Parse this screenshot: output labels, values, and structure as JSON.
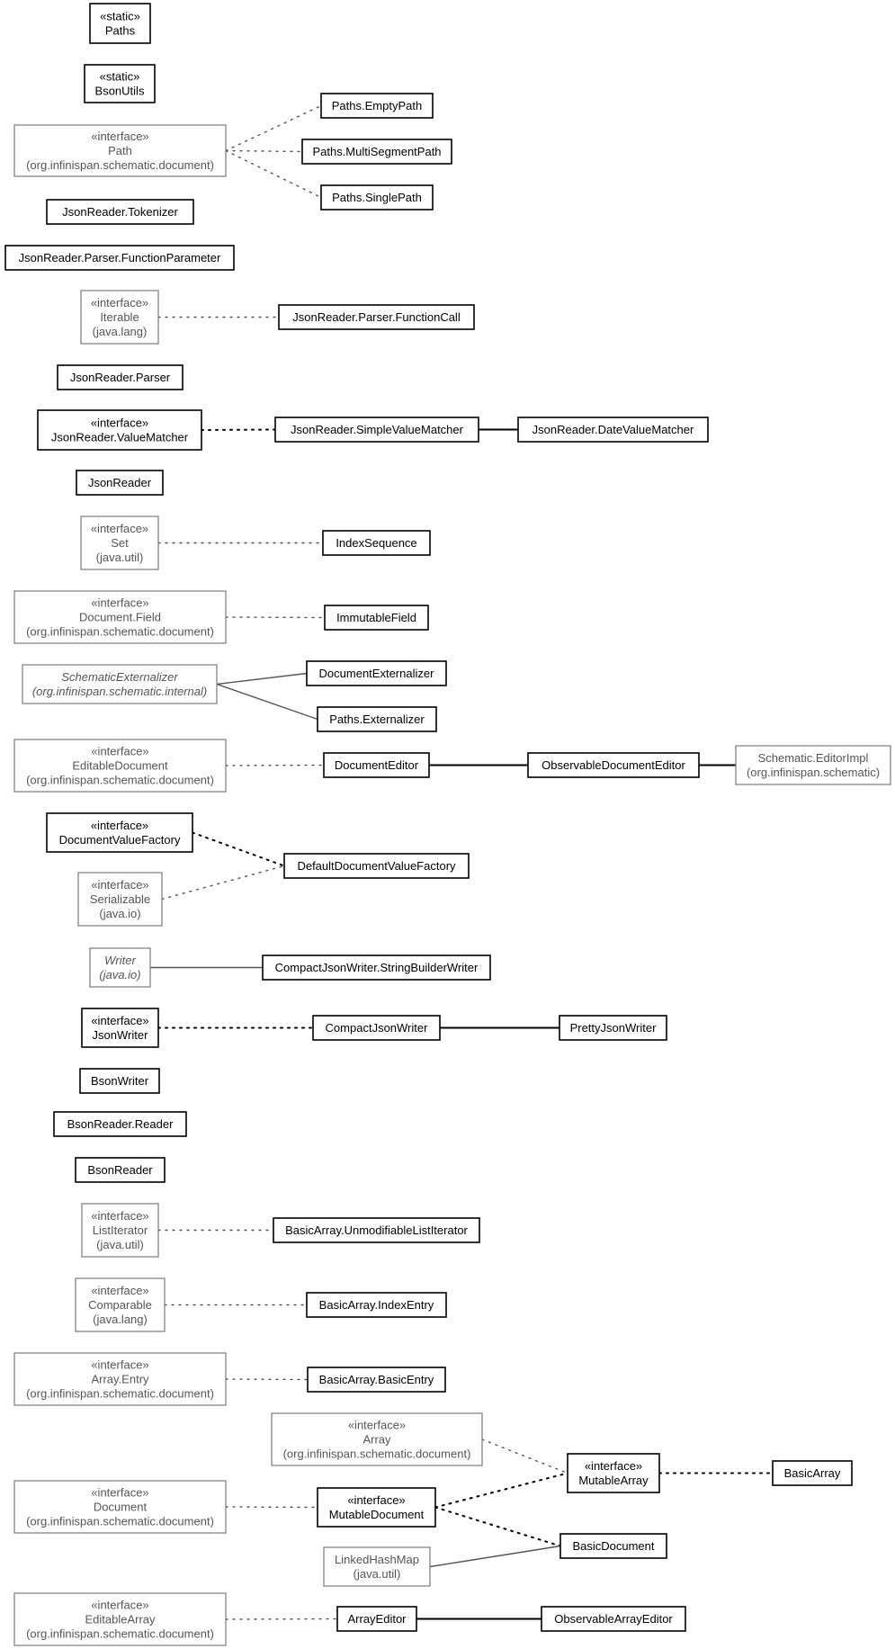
{
  "nodes": [
    {
      "id": "paths",
      "lines": [
        "«static»",
        "Paths"
      ],
      "external": false,
      "italic": false
    },
    {
      "id": "bsonutils",
      "lines": [
        "«static»",
        "BsonUtils"
      ],
      "external": false,
      "italic": false
    },
    {
      "id": "path",
      "lines": [
        "«interface»",
        "Path",
        "(org.infinispan.schematic.document)"
      ],
      "external": true,
      "italic": false
    },
    {
      "id": "emptypath",
      "lines": [
        "Paths.EmptyPath"
      ],
      "external": false,
      "italic": false
    },
    {
      "id": "multisegpath",
      "lines": [
        "Paths.MultiSegmentPath"
      ],
      "external": false,
      "italic": false
    },
    {
      "id": "singlepath",
      "lines": [
        "Paths.SinglePath"
      ],
      "external": false,
      "italic": false
    },
    {
      "id": "tokenizer",
      "lines": [
        "JsonReader.Tokenizer"
      ],
      "external": false,
      "italic": false
    },
    {
      "id": "funcparam",
      "lines": [
        "JsonReader.Parser.FunctionParameter"
      ],
      "external": false,
      "italic": false
    },
    {
      "id": "iterable",
      "lines": [
        "«interface»",
        "Iterable",
        "(java.lang)"
      ],
      "external": true,
      "italic": false
    },
    {
      "id": "funccall",
      "lines": [
        "JsonReader.Parser.FunctionCall"
      ],
      "external": false,
      "italic": false
    },
    {
      "id": "parser",
      "lines": [
        "JsonReader.Parser"
      ],
      "external": false,
      "italic": false
    },
    {
      "id": "valuematcher",
      "lines": [
        "«interface»",
        "JsonReader.ValueMatcher"
      ],
      "external": false,
      "italic": false
    },
    {
      "id": "simplevaluematcher",
      "lines": [
        "JsonReader.SimpleValueMatcher"
      ],
      "external": false,
      "italic": false
    },
    {
      "id": "datevaluematcher",
      "lines": [
        "JsonReader.DateValueMatcher"
      ],
      "external": false,
      "italic": false
    },
    {
      "id": "jsonreader",
      "lines": [
        "JsonReader"
      ],
      "external": false,
      "italic": false
    },
    {
      "id": "set",
      "lines": [
        "«interface»",
        "Set",
        "(java.util)"
      ],
      "external": true,
      "italic": false
    },
    {
      "id": "indexsequence",
      "lines": [
        "IndexSequence"
      ],
      "external": false,
      "italic": false
    },
    {
      "id": "docfield",
      "lines": [
        "«interface»",
        "Document.Field",
        "(org.infinispan.schematic.document)"
      ],
      "external": true,
      "italic": false
    },
    {
      "id": "immutablefield",
      "lines": [
        "ImmutableField"
      ],
      "external": false,
      "italic": false
    },
    {
      "id": "schemext",
      "lines": [
        "SchematicExternalizer",
        "(org.infinispan.schematic.internal)"
      ],
      "external": true,
      "italic": true
    },
    {
      "id": "docext",
      "lines": [
        "DocumentExternalizer"
      ],
      "external": false,
      "italic": false
    },
    {
      "id": "pathsext",
      "lines": [
        "Paths.Externalizer"
      ],
      "external": false,
      "italic": false
    },
    {
      "id": "editabledoc",
      "lines": [
        "«interface»",
        "EditableDocument",
        "(org.infinispan.schematic.document)"
      ],
      "external": true,
      "italic": false
    },
    {
      "id": "doceditor",
      "lines": [
        "DocumentEditor"
      ],
      "external": false,
      "italic": false
    },
    {
      "id": "obsdoceditor",
      "lines": [
        "ObservableDocumentEditor"
      ],
      "external": false,
      "italic": false
    },
    {
      "id": "editorimpl",
      "lines": [
        "Schematic.EditorImpl",
        "(org.infinispan.schematic)"
      ],
      "external": true,
      "italic": false
    },
    {
      "id": "docvaluefactory",
      "lines": [
        "«interface»",
        "DocumentValueFactory"
      ],
      "external": false,
      "italic": false
    },
    {
      "id": "defaultdocvaluefactory",
      "lines": [
        "DefaultDocumentValueFactory"
      ],
      "external": false,
      "italic": false
    },
    {
      "id": "serializable",
      "lines": [
        "«interface»",
        "Serializable",
        "(java.io)"
      ],
      "external": true,
      "italic": false
    },
    {
      "id": "writer",
      "lines": [
        "Writer",
        "(java.io)"
      ],
      "external": true,
      "italic": true
    },
    {
      "id": "sbwriter",
      "lines": [
        "CompactJsonWriter.StringBuilderWriter"
      ],
      "external": false,
      "italic": false
    },
    {
      "id": "jsonwriter",
      "lines": [
        "«interface»",
        "JsonWriter"
      ],
      "external": false,
      "italic": false
    },
    {
      "id": "compactjsonwriter",
      "lines": [
        "CompactJsonWriter"
      ],
      "external": false,
      "italic": false
    },
    {
      "id": "prettyjsonwriter",
      "lines": [
        "PrettyJsonWriter"
      ],
      "external": false,
      "italic": false
    },
    {
      "id": "bsonwriter",
      "lines": [
        "BsonWriter"
      ],
      "external": false,
      "italic": false
    },
    {
      "id": "bsonreaderreader",
      "lines": [
        "BsonReader.Reader"
      ],
      "external": false,
      "italic": false
    },
    {
      "id": "bsonreader",
      "lines": [
        "BsonReader"
      ],
      "external": false,
      "italic": false
    },
    {
      "id": "listiterator",
      "lines": [
        "«interface»",
        "ListIterator",
        "(java.util)"
      ],
      "external": true,
      "italic": false
    },
    {
      "id": "unmodlistiter",
      "lines": [
        "BasicArray.UnmodifiableListIterator"
      ],
      "external": false,
      "italic": false
    },
    {
      "id": "comparable",
      "lines": [
        "«interface»",
        "Comparable",
        "(java.lang)"
      ],
      "external": true,
      "italic": false
    },
    {
      "id": "indexentry",
      "lines": [
        "BasicArray.IndexEntry"
      ],
      "external": false,
      "italic": false
    },
    {
      "id": "arrayentry",
      "lines": [
        "«interface»",
        "Array.Entry",
        "(org.infinispan.schematic.document)"
      ],
      "external": true,
      "italic": false
    },
    {
      "id": "basicentry",
      "lines": [
        "BasicArray.BasicEntry"
      ],
      "external": false,
      "italic": false
    },
    {
      "id": "array",
      "lines": [
        "«interface»",
        "Array",
        "(org.infinispan.schematic.document)"
      ],
      "external": true,
      "italic": false
    },
    {
      "id": "mutablearray",
      "lines": [
        "«interface»",
        "MutableArray"
      ],
      "external": false,
      "italic": false
    },
    {
      "id": "basicarray",
      "lines": [
        "BasicArray"
      ],
      "external": false,
      "italic": false
    },
    {
      "id": "document",
      "lines": [
        "«interface»",
        "Document",
        "(org.infinispan.schematic.document)"
      ],
      "external": true,
      "italic": false
    },
    {
      "id": "mutabledoc",
      "lines": [
        "«interface»",
        "MutableDocument"
      ],
      "external": false,
      "italic": false
    },
    {
      "id": "basicdocument",
      "lines": [
        "BasicDocument"
      ],
      "external": false,
      "italic": false
    },
    {
      "id": "linkedhashmap",
      "lines": [
        "LinkedHashMap",
        "(java.util)"
      ],
      "external": true,
      "italic": false
    },
    {
      "id": "editablearray",
      "lines": [
        "«interface»",
        "EditableArray",
        "(org.infinispan.schematic.document)"
      ],
      "external": true,
      "italic": false
    },
    {
      "id": "arrayeditor",
      "lines": [
        "ArrayEditor"
      ],
      "external": false,
      "italic": false
    },
    {
      "id": "obsarrayeditor",
      "lines": [
        "ObservableArrayEditor"
      ],
      "external": false,
      "italic": false
    }
  ],
  "edges": [
    {
      "from": "path",
      "to": "emptypath",
      "style": "dotted"
    },
    {
      "from": "path",
      "to": "multisegpath",
      "style": "dotted"
    },
    {
      "from": "path",
      "to": "singlepath",
      "style": "dotted"
    },
    {
      "from": "iterable",
      "to": "funccall",
      "style": "dotted"
    },
    {
      "from": "valuematcher",
      "to": "simplevaluematcher",
      "style": "dotted"
    },
    {
      "from": "simplevaluematcher",
      "to": "datevaluematcher",
      "style": "solid"
    },
    {
      "from": "set",
      "to": "indexsequence",
      "style": "dotted"
    },
    {
      "from": "docfield",
      "to": "immutablefield",
      "style": "dotted"
    },
    {
      "from": "schemext",
      "to": "docext",
      "style": "solid"
    },
    {
      "from": "schemext",
      "to": "pathsext",
      "style": "solid"
    },
    {
      "from": "editabledoc",
      "to": "doceditor",
      "style": "dotted"
    },
    {
      "from": "doceditor",
      "to": "obsdoceditor",
      "style": "solid"
    },
    {
      "from": "obsdoceditor",
      "to": "editorimpl",
      "style": "solid"
    },
    {
      "from": "docvaluefactory",
      "to": "defaultdocvaluefactory",
      "style": "dotted"
    },
    {
      "from": "serializable",
      "to": "defaultdocvaluefactory",
      "style": "dotted"
    },
    {
      "from": "writer",
      "to": "sbwriter",
      "style": "solid"
    },
    {
      "from": "jsonwriter",
      "to": "compactjsonwriter",
      "style": "dotted"
    },
    {
      "from": "compactjsonwriter",
      "to": "prettyjsonwriter",
      "style": "solid"
    },
    {
      "from": "listiterator",
      "to": "unmodlistiter",
      "style": "dotted"
    },
    {
      "from": "comparable",
      "to": "indexentry",
      "style": "dotted"
    },
    {
      "from": "arrayentry",
      "to": "basicentry",
      "style": "dotted"
    },
    {
      "from": "array",
      "to": "mutablearray",
      "style": "dotted"
    },
    {
      "from": "mutablearray",
      "to": "basicarray",
      "style": "dotted"
    },
    {
      "from": "mutabledoc",
      "to": "mutablearray",
      "style": "dotted"
    },
    {
      "from": "document",
      "to": "mutabledoc",
      "style": "dotted"
    },
    {
      "from": "mutabledoc",
      "to": "basicdocument",
      "style": "dotted"
    },
    {
      "from": "linkedhashmap",
      "to": "basicdocument",
      "style": "solid"
    },
    {
      "from": "editablearray",
      "to": "arrayeditor",
      "style": "dotted"
    },
    {
      "from": "arrayeditor",
      "to": "obsarrayeditor",
      "style": "solid"
    }
  ]
}
